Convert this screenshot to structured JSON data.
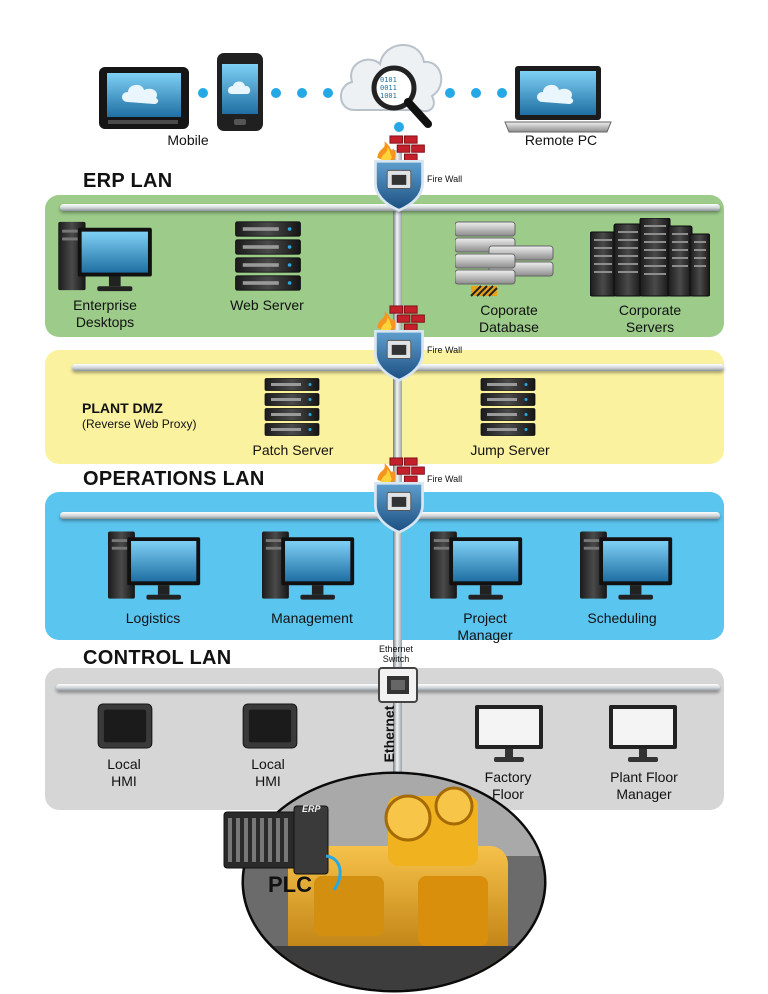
{
  "top": {
    "mobile_label": "Mobile",
    "remote_label": "Remote PC"
  },
  "firewall_label": "Fire Wall",
  "zones": {
    "erp": {
      "title": "ERP LAN",
      "devices": [
        {
          "label": "Enterprise\nDesktops"
        },
        {
          "label": "Web Server"
        },
        {
          "label": "Coporate\nDatabase"
        },
        {
          "label": "Corporate\nServers"
        }
      ]
    },
    "dmz": {
      "title": "PLANT DMZ",
      "subtitle": "(Reverse Web Proxy)",
      "devices": [
        {
          "label": "Patch Server"
        },
        {
          "label": "Jump Server"
        }
      ]
    },
    "ops": {
      "title": "OPERATIONS LAN",
      "devices": [
        {
          "label": "Logistics"
        },
        {
          "label": "Management"
        },
        {
          "label": "Project\nManager"
        },
        {
          "label": "Scheduling"
        }
      ]
    },
    "control": {
      "title": "CONTROL LAN",
      "switch_label": "Ethernet\nSwitch",
      "ethernet_label": "Ethernet",
      "devices": [
        {
          "label": "Local\nHMI"
        },
        {
          "label": "Local\nHMI"
        },
        {
          "label": "Factory\nFloor"
        },
        {
          "label": "Plant Floor\nManager"
        }
      ]
    }
  },
  "plc": {
    "label": "PLC",
    "brand": "ERP",
    "colors": {
      "engine": "#e8a21a",
      "accent": "#25a9e6"
    }
  }
}
